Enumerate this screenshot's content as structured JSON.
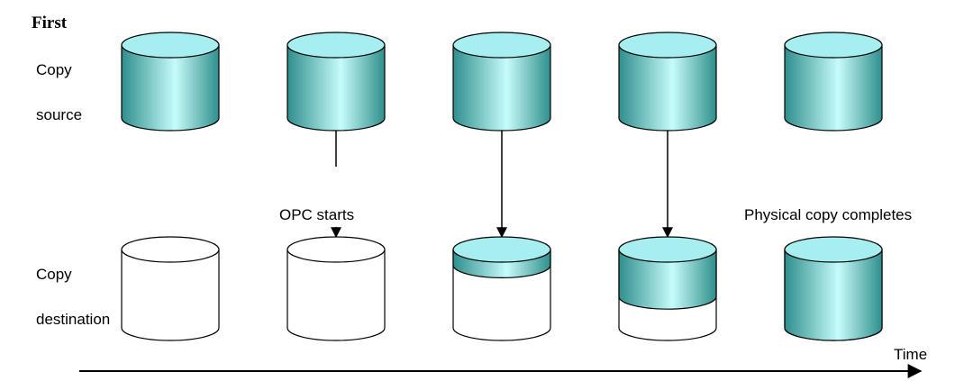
{
  "title": "First",
  "rows": {
    "source": {
      "line1": "Copy",
      "line2": "source"
    },
    "destination": {
      "line1": "Copy",
      "line2": "destination"
    }
  },
  "annotations": {
    "opc_starts": "OPC starts",
    "physical_copy_completes": "Physical copy completes"
  },
  "time_axis": {
    "label": "Time"
  },
  "steps": [
    {
      "source_filled": true,
      "arrow": false,
      "connector": false,
      "dest_fill_fraction": 0.0
    },
    {
      "source_filled": true,
      "arrow": true,
      "connector": true,
      "dest_fill_fraction": 0.0
    },
    {
      "source_filled": true,
      "arrow": true,
      "connector": true,
      "dest_fill_fraction": 0.2
    },
    {
      "source_filled": true,
      "arrow": true,
      "connector": true,
      "dest_fill_fraction": 0.6
    },
    {
      "source_filled": true,
      "arrow": false,
      "connector": false,
      "dest_fill_fraction": 1.0
    }
  ],
  "colors": {
    "fill_dark": "#2f8f8c",
    "fill_light": "#c6fbfb",
    "top_fill": "#a6eef0",
    "outline": "#000000"
  }
}
